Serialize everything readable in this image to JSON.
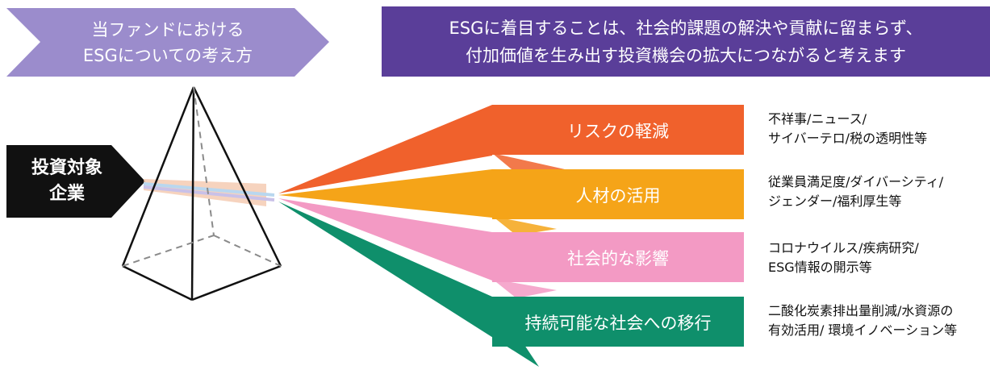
{
  "header": {
    "left_title": "当ファンドにおける\nESGについての考え方",
    "right_title": "ESGに着目することは、社会的課題の解決や貢献に留まらず、\n付加価値を生み出す投資機会の拡大につながると考えます",
    "left_color": "#9b8ccc",
    "right_color": "#5a3e99"
  },
  "input": {
    "label": "投資対象\n企業",
    "color": "#111111"
  },
  "categories": [
    {
      "label": "リスクの軽減",
      "examples": "不祥事/ニュース/\nサイバーテロ/税の透明性等",
      "color": "#f0612c"
    },
    {
      "label": "人材の活用",
      "examples": "従業員満足度/ダイバーシティ/\nジェンダー/福利厚生等",
      "color": "#f5a418"
    },
    {
      "label": "社会的な影響",
      "examples": "コロナウイルス/疾病研究/\nESG情報の開示等",
      "color": "#f39ac4"
    },
    {
      "label": "持続可能な社会への移行",
      "examples": "二酸化炭素排出量削減/水資源の\n有効活用/ 環境イノベーション等",
      "color": "#0f8f6b"
    }
  ]
}
